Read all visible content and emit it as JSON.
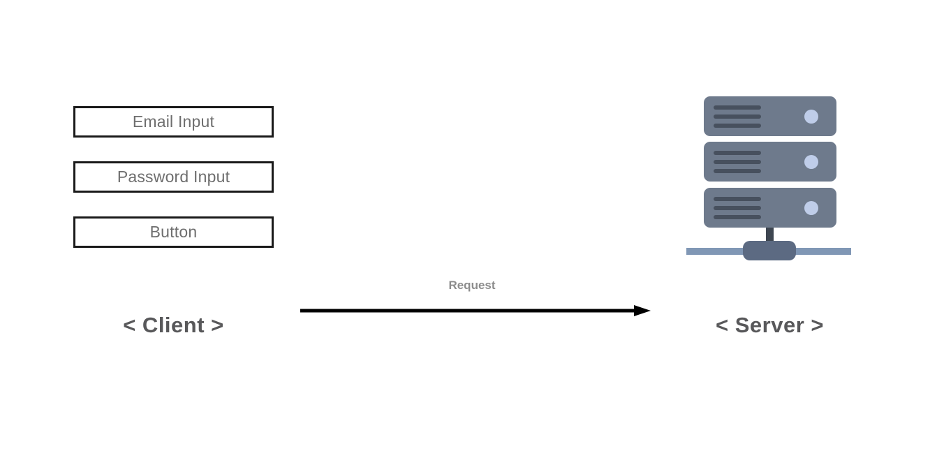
{
  "client": {
    "label": "< Client >",
    "boxes": [
      {
        "label": "Email Input"
      },
      {
        "label": "Password Input"
      },
      {
        "label": "Button"
      }
    ]
  },
  "arrow": {
    "label": "Request",
    "direction": "client-to-server"
  },
  "server": {
    "label": "< Server >"
  },
  "colors": {
    "background": "#ffffff",
    "box_border": "#1a1a1a",
    "box_text": "#6e6e6e",
    "section_label": "#58585a",
    "request_label": "#8c8c8c",
    "arrow": "#000000",
    "server_body": "#6e7a8c",
    "server_slots": "#47505e",
    "server_led": "#bfcde9",
    "server_connector": "#3e4651",
    "server_hub": "#5c6a82",
    "server_network_bar": "#8097b5"
  }
}
